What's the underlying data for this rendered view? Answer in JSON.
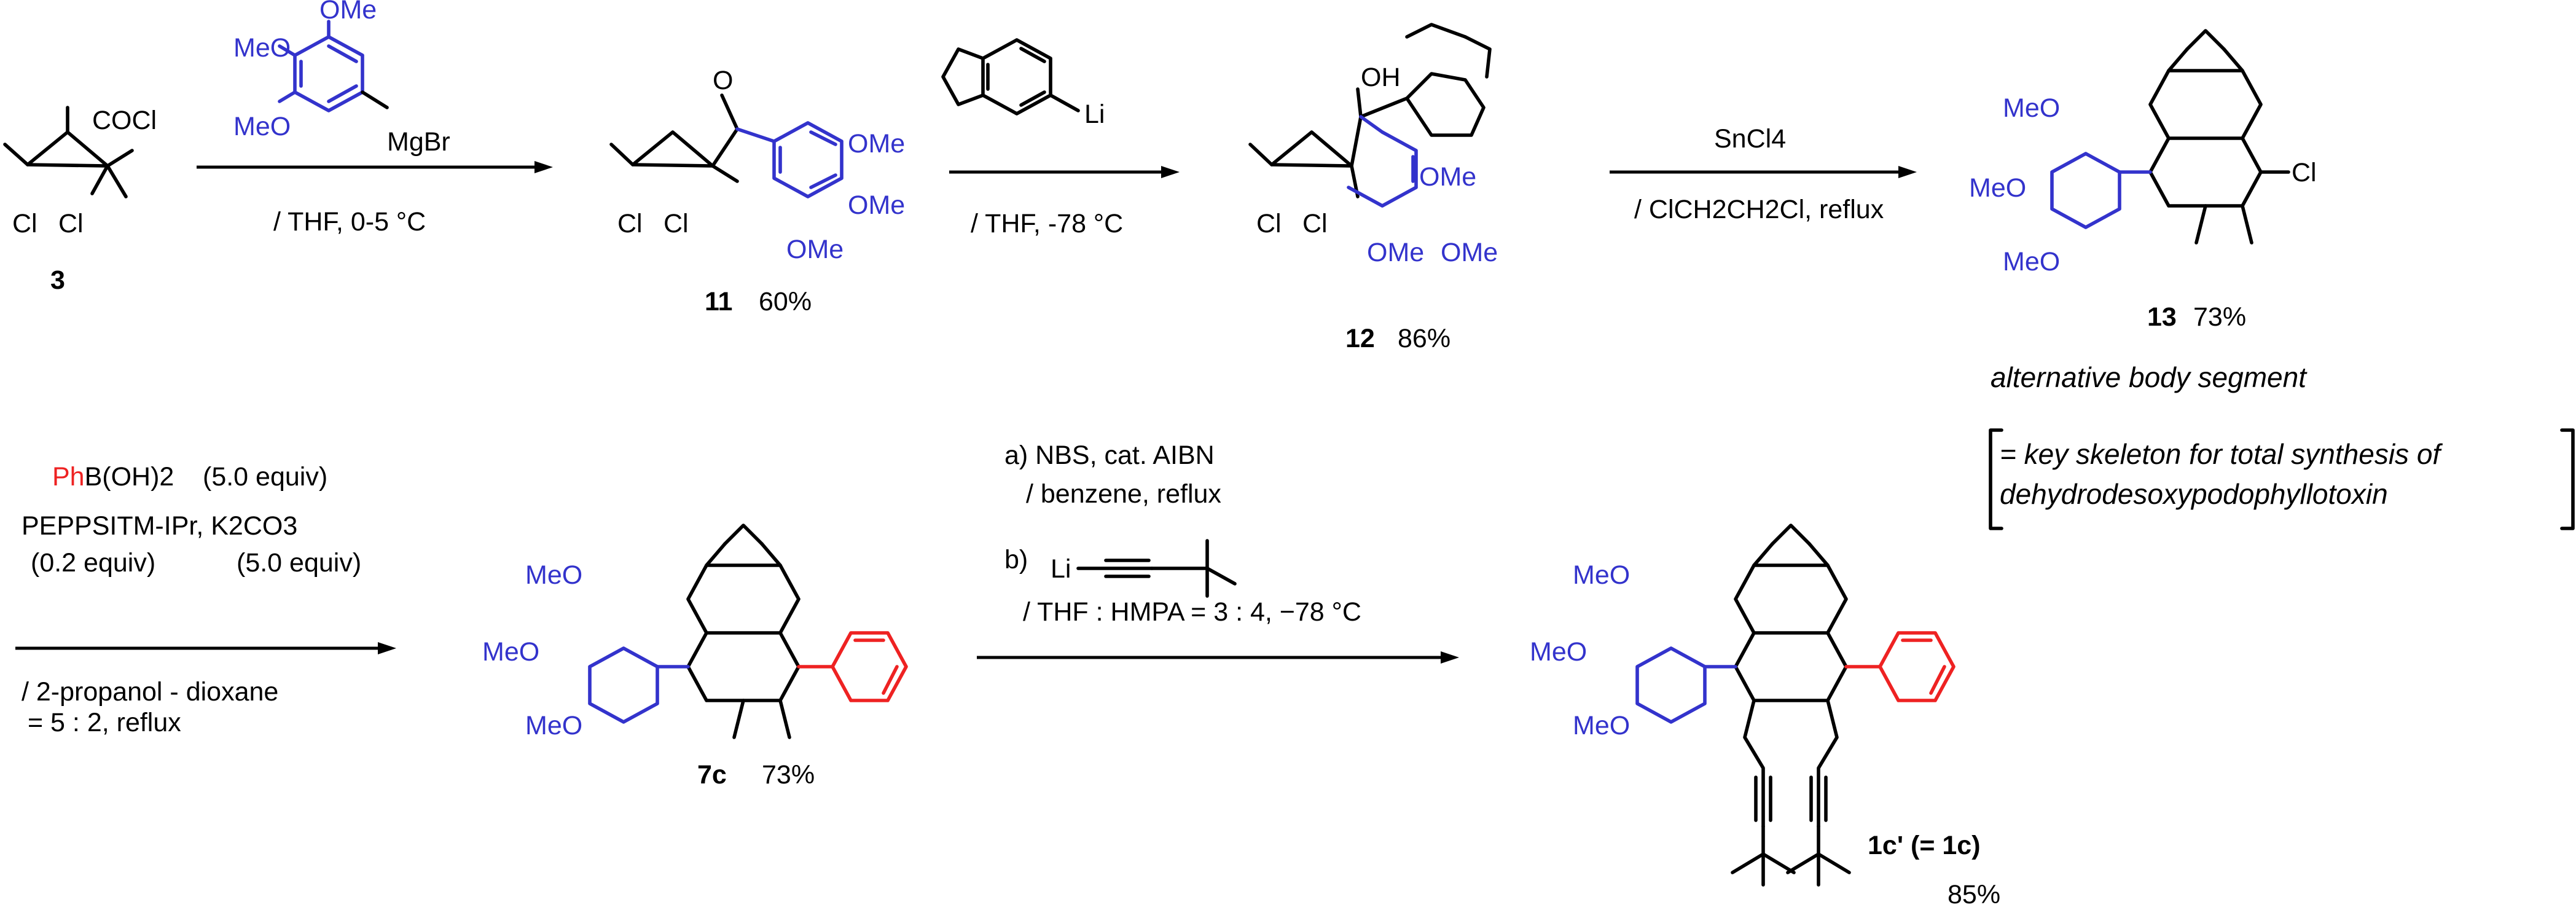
{
  "compounds": {
    "c3": {
      "label": "3"
    },
    "c11": {
      "label": "11",
      "yield": "60%"
    },
    "c12": {
      "label": "12",
      "yield": "86%"
    },
    "c13": {
      "label": "13",
      "yield": "73%",
      "caption": "alternative body segment"
    },
    "c7c": {
      "label": "7c",
      "yield": "73%"
    },
    "c1c": {
      "label": "1c' (= 1c)",
      "yield": "85%"
    }
  },
  "atoms": {
    "cocl": "COCl",
    "cl": "Cl",
    "ome": "OMe",
    "meo": "MeO",
    "mgbr": "MgBr",
    "oh": "OH",
    "li": "Li",
    "o": "O"
  },
  "reagents": {
    "step1": {
      "conditions": "/ THF, 0-5 °C"
    },
    "step2": {
      "conditions": "/ THF, -78 °C"
    },
    "step3": {
      "reagent": "SnCl4",
      "conditions": "/ ClCH2CH2Cl, reflux"
    },
    "step4": {
      "reagent_ph": "Ph",
      "reagent_rest": "B(OH)2",
      "equiv1": "(5.0 equiv)",
      "catalyst": "PEPPSITM-IPr,  K2CO3",
      "equiv2": "(0.2 equiv)",
      "equiv3": "(5.0 equiv)",
      "solvent1": "/ 2-propanol - dioxane",
      "solvent2": "= 5 : 2, reflux"
    },
    "step5": {
      "a": "a) NBS, cat. AIBN",
      "a2": "/ benzene, reflux",
      "b": "b)",
      "b_cond": "/ THF : HMPA = 3 : 4, −78 °C"
    }
  },
  "note": {
    "line1": "= key skeleton for total synthesis of",
    "line2": "dehydrodesoxypodophyllotoxin"
  },
  "colors": {
    "blue": "#3333cc",
    "red": "#ee2222",
    "black": "#000000"
  }
}
